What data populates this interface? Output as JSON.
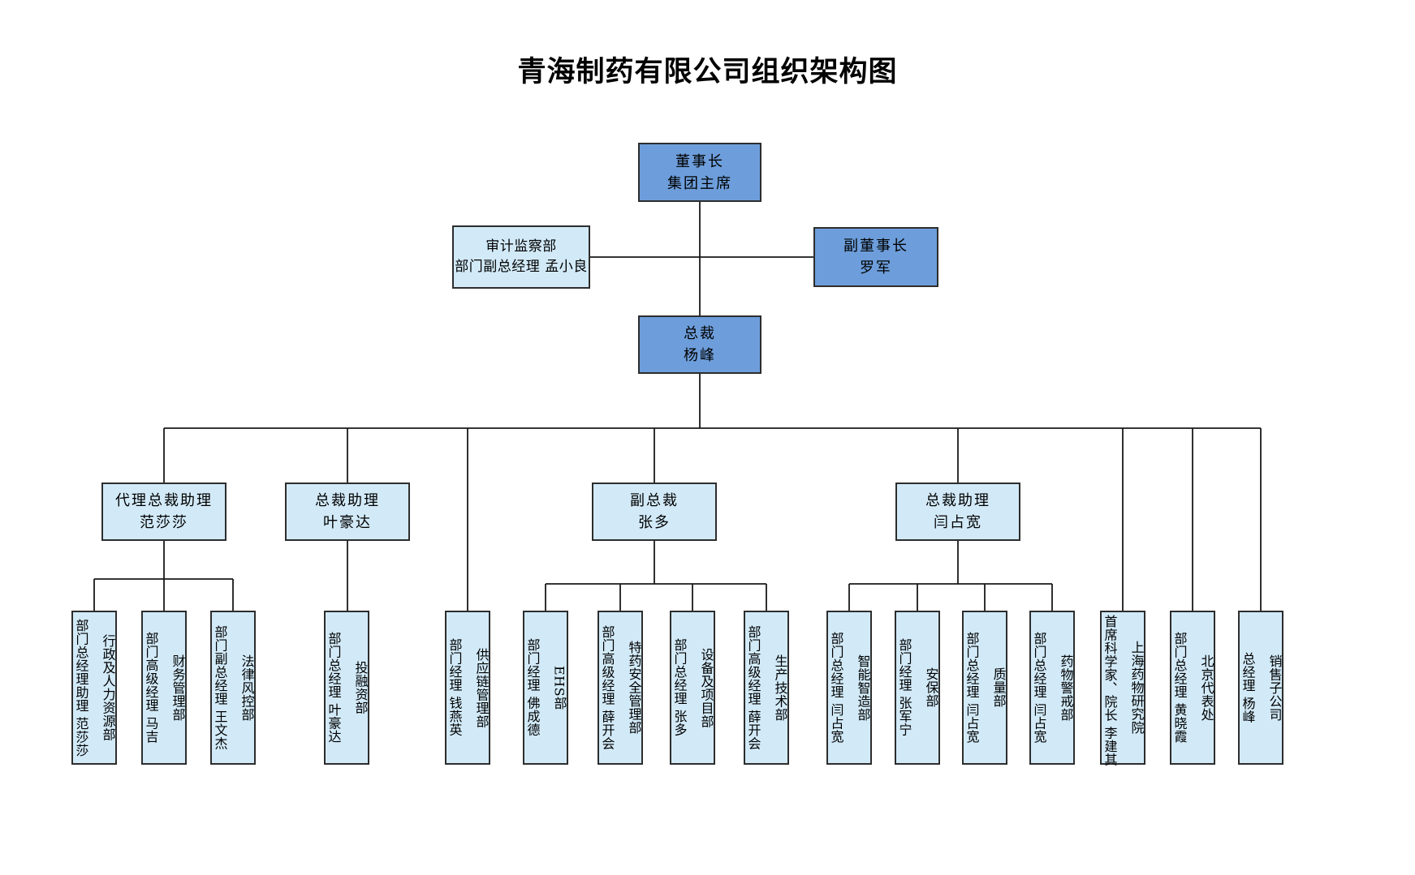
{
  "title": "青海制药有限公司组织架构图",
  "colors": {
    "dark_fill": "#6D9EDB",
    "light_fill": "#D2EAF8",
    "border": "#2D2D2D",
    "line": "#1A1A1A"
  },
  "nodes": {
    "chairman": {
      "line1": "董事长",
      "line2": "集团主席"
    },
    "audit": {
      "line1": "审计监察部",
      "line2": "部门副总经理 孟小良"
    },
    "vice_chairman": {
      "line1": "副董事长",
      "line2": "罗军"
    },
    "president": {
      "line1": "总裁",
      "line2": "杨峰"
    },
    "assistants": [
      {
        "line1": "代理总裁助理",
        "line2": "范莎莎"
      },
      {
        "line1": "总裁助理",
        "line2": "叶豪达"
      },
      {
        "line1": "副总裁",
        "line2": "张多"
      },
      {
        "line1": "总裁助理",
        "line2": "闫占宽"
      }
    ],
    "departments": [
      {
        "dept": "行政及人力资源部",
        "role": "部门总经理助理 范莎莎"
      },
      {
        "dept": "财务管理部",
        "role": "部门高级经理 马吉"
      },
      {
        "dept": "法律风控部",
        "role": "部门副总经理 王文杰"
      },
      {
        "dept": "投融资部",
        "role": "部门总经理 叶豪达"
      },
      {
        "dept": "供应链管理部",
        "role": "部门经理 钱燕英"
      },
      {
        "dept": "EHS部",
        "role": "部门经理 佛成德"
      },
      {
        "dept": "特药安全管理部",
        "role": "部门高级经理 薛开会"
      },
      {
        "dept": "设备及项目部",
        "role": "部门总经理 张多"
      },
      {
        "dept": "生产技术部",
        "role": "部门高级经理 薛开会"
      },
      {
        "dept": "智能智造部",
        "role": "部门总经理 闫占宽"
      },
      {
        "dept": "安保部",
        "role": "部门经理 张军宁"
      },
      {
        "dept": "质量部",
        "role": "部门总经理 闫占宽"
      },
      {
        "dept": "药物警戒部",
        "role": "部门总经理 闫占宽"
      },
      {
        "dept": "上海药物研究院",
        "role": "首席科学家、院长 李建其"
      },
      {
        "dept": "北京代表处",
        "role": "部门总经理 黄晓霞"
      },
      {
        "dept": "销售子公司",
        "role": "总经理 杨峰"
      }
    ]
  }
}
